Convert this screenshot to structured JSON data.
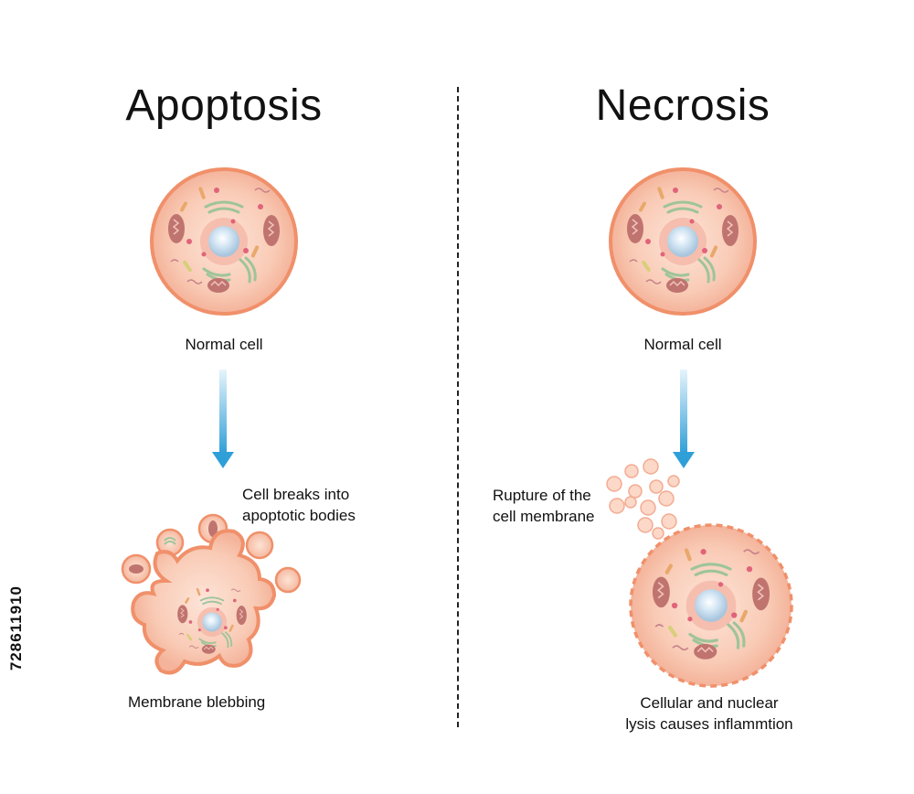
{
  "apoptosis": {
    "title": "Apoptosis",
    "normal_label": "Normal cell",
    "bodies_label_1": "Cell breaks into",
    "bodies_label_2": "apoptotic bodies",
    "blebbing_label": "Membrane blebbing"
  },
  "necrosis": {
    "title": "Necrosis",
    "normal_label": "Normal cell",
    "rupture_label_1": "Rupture of the",
    "rupture_label_2": "cell membrane",
    "lysis_label_1": "Cellular and nuclear",
    "lysis_label_2": "lysis causes inflammtion"
  },
  "image_id": "728611910",
  "colors": {
    "cell_fill": "#f9c9b3",
    "cell_border": "#f0906a",
    "arrow": "#3aa7dc",
    "nucleus": "#c9dff0",
    "organelle_green": "#9ec49a",
    "mito": "#c0746f"
  }
}
